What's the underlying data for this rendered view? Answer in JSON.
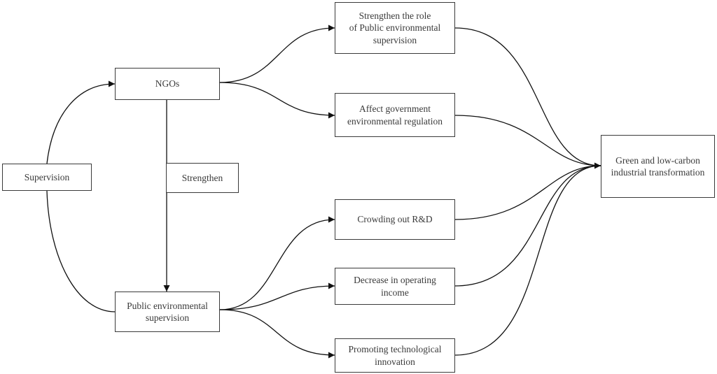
{
  "nodes": {
    "supervision": "Supervision",
    "ngos": "NGOs",
    "strengthen": "Strengthen",
    "public_env_supervision": "Public environmental\nsupervision",
    "strengthen_role": "Strengthen the role\nof Public environmental\nsupervision",
    "affect_regulation": "Affect government\nenvironmental regulation",
    "crowding_out": "Crowding out R&D",
    "decrease_income": "Decrease in operating\nincome",
    "promoting_innovation": "Promoting technological\ninnovation",
    "green_transformation": "Green and low-carbon\nindustrial transformation"
  },
  "edges": [
    {
      "from": "supervision",
      "to": "ngos"
    },
    {
      "from": "supervision",
      "to": "public_env_supervision"
    },
    {
      "from": "ngos",
      "to": "public_env_supervision",
      "label": "strengthen"
    },
    {
      "from": "ngos",
      "to": "strengthen_role"
    },
    {
      "from": "ngos",
      "to": "affect_regulation"
    },
    {
      "from": "public_env_supervision",
      "to": "crowding_out"
    },
    {
      "from": "public_env_supervision",
      "to": "decrease_income"
    },
    {
      "from": "public_env_supervision",
      "to": "promoting_innovation"
    },
    {
      "from": "strengthen_role",
      "to": "green_transformation"
    },
    {
      "from": "affect_regulation",
      "to": "green_transformation"
    },
    {
      "from": "crowding_out",
      "to": "green_transformation"
    },
    {
      "from": "decrease_income",
      "to": "green_transformation"
    },
    {
      "from": "promoting_innovation",
      "to": "green_transformation"
    }
  ],
  "colors": {
    "box_border": "#3a3a3a",
    "line": "#111111",
    "text": "#3a3a3a"
  }
}
